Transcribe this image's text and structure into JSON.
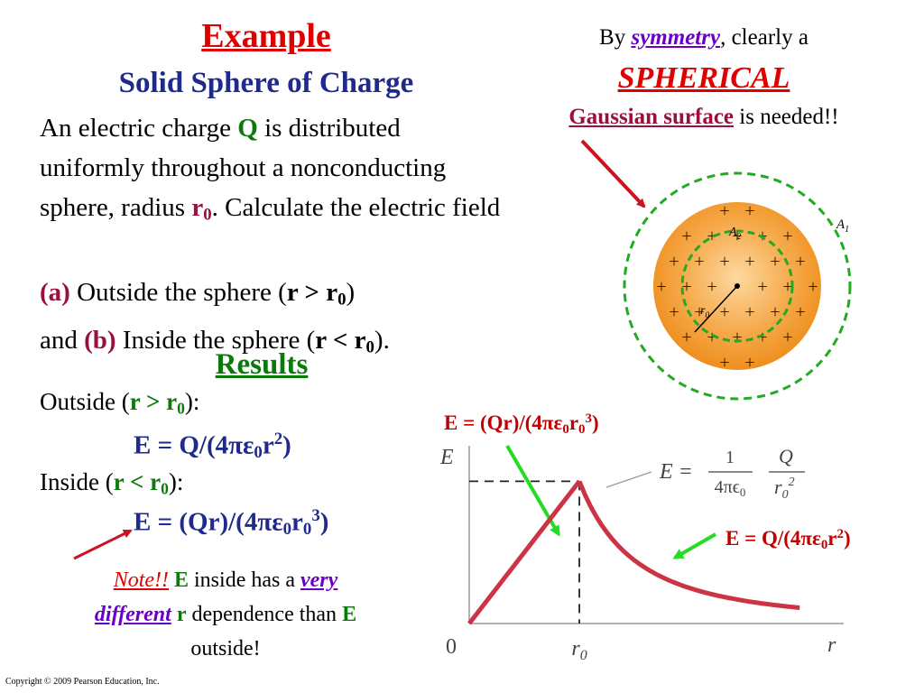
{
  "title": "Example",
  "subtitle": "Solid Sphere of Charge",
  "problem": {
    "t1": "An electric charge ",
    "q": "Q",
    "t2": " is distributed uniformly throughout a nonconducting sphere, radius ",
    "r": "r",
    "r_sub": "0",
    "t3": ". Calculate the electric field"
  },
  "parts": {
    "a_label": "(a)",
    "a_text": " Outside the sphere  (",
    "a_cond": "r > r",
    "a_cond_sub": "0",
    "a_close": ")",
    "and": "and ",
    "b_label": "(b)",
    "b_text": " Inside the sphere (",
    "b_cond": "r < r",
    "b_cond_sub": "0",
    "b_close": ")."
  },
  "results": {
    "heading": "Results",
    "outside_label": "Outside (",
    "outside_cond": "r > r",
    "outside_cond_sub": "0",
    "outside_close": "):",
    "outside_formula": {
      "a": "E = Q/(4πε",
      "s": "0",
      "b": "r",
      "p": "2",
      "c": ")"
    },
    "inside_label": "Inside (",
    "inside_cond": "r < r",
    "inside_cond_sub": "0",
    "inside_close": "):",
    "inside_formula": {
      "a": "E = (Qr)/(4πε",
      "s": "0",
      "b": "r",
      "s2": "0",
      "p": "3",
      "c": ")"
    }
  },
  "note": {
    "note": "Note!!",
    "e1": " E",
    "t1": " inside has a ",
    "very": "very",
    "different": "different",
    "r": " r",
    "t2": "  dependence than ",
    "e2": "E",
    "t3": "outside!"
  },
  "symmetry": {
    "t1": "By ",
    "symmetry": "symmetry",
    "t2": ", clearly a",
    "spherical": "SPHERICAL",
    "gauss": "Gaussian surface",
    "t3": " is needed!!"
  },
  "sphere_figure": {
    "a1": "A",
    "a1_sub": "1",
    "a2": "A",
    "a2_sub": "2",
    "r0": "r",
    "r0_sub": "0",
    "plus": "+"
  },
  "graph_labels": {
    "inside": {
      "a": "E = (Qr)/(4πε",
      "s": "0",
      "b": "r",
      "s2": "0",
      "p": "3",
      "c": ")"
    },
    "outside": {
      "a": "E = Q/(4πε",
      "s": "0",
      "b": "r",
      "p": "2",
      "c": ")"
    }
  },
  "chart_data": {
    "type": "line",
    "xlabel": "r",
    "ylabel": "E",
    "x_ticks": [
      "0",
      "r0"
    ],
    "annotation": {
      "lhs": "E =",
      "num1": "1",
      "den1": "4πϵ",
      "den1_sub": "0",
      "num2": "Q",
      "den2": "r",
      "den2_sub": "0",
      "den2_sup": "2"
    },
    "series": [
      {
        "x": [
          0,
          1
        ],
        "y": [
          0,
          1
        ]
      },
      {
        "x": [
          1,
          1.25,
          1.5,
          1.75,
          2.0,
          2.25,
          2.5,
          2.75,
          3.0
        ],
        "y": [
          1,
          0.64,
          0.444,
          0.327,
          0.25,
          0.198,
          0.16,
          0.132,
          0.111
        ]
      }
    ],
    "xlim": [
      0,
      3.4
    ],
    "ylim": [
      0,
      1.25
    ],
    "colors": {
      "curve": "#cc3344",
      "fill": "#f29a2e",
      "gauss": "#22aa22",
      "arrow_red": "#cc1122",
      "arrow_green": "#22dd22"
    }
  },
  "copyright": "Copyright © 2009 Pearson Education, Inc."
}
